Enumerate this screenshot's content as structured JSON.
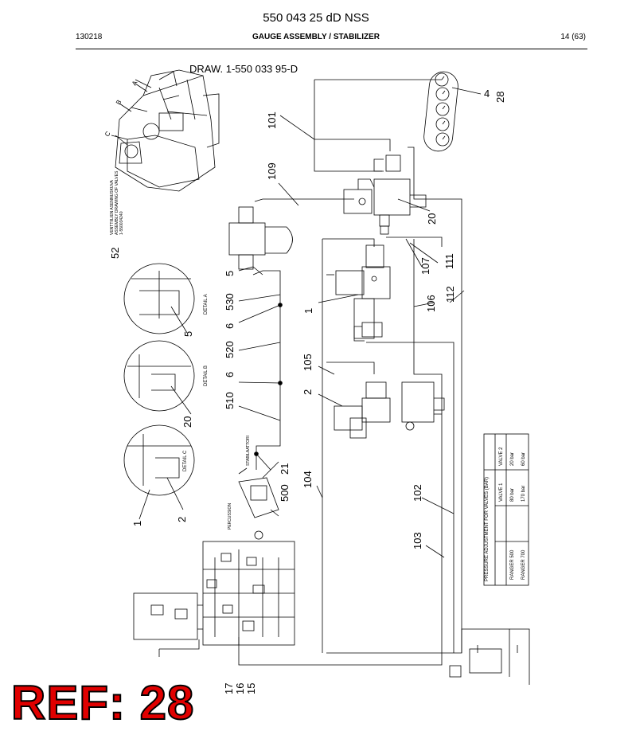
{
  "header": {
    "title": "550 043 25 dD NSS",
    "doc_number": "130218",
    "section": "GAUGE ASSEMBLY / STABILIZER",
    "page": "14 (63)"
  },
  "drawing": {
    "reference": "DRAW. 1-550 033 95-D",
    "callouts": {
      "c4": "4",
      "c28": "28",
      "c101": "101",
      "c109": "109",
      "c20a": "20",
      "c107": "107",
      "c111": "111",
      "c5a": "5",
      "c530": "530",
      "c6a": "6",
      "c1a": "1",
      "c106": "106",
      "c112": "112",
      "c520": "520",
      "c6b": "6",
      "c105": "105",
      "c2a": "2",
      "c510": "510",
      "c21": "21",
      "c500": "500",
      "c104": "104",
      "c102": "102",
      "c103": "103",
      "c52": "52",
      "c5b": "5",
      "c20b": "20",
      "c1b": "1",
      "c2b": "2",
      "c17": "17",
      "c16": "16",
      "c15": "15"
    },
    "detail_labels": {
      "a": "DETAIL A",
      "b": "DETAIL B",
      "c": "DETAIL C",
      "A": "A",
      "B": "B",
      "C": "C"
    },
    "assembly_note": [
      "VENTTIILIEN ASENNUSKUVA",
      "ASSEMBLY DRAWING OF VALVES",
      "1-550034240"
    ],
    "component_labels": {
      "stabilizer": "STABILAATTORI",
      "percussion": "PERCUSSION"
    },
    "pressure_table": {
      "title": "PRESSURE ADJUSTMENT FOR VALVES (BAR)",
      "col_headers": [
        "VALVE 1",
        "VALVE 2"
      ],
      "rows": [
        {
          "name": "RANGER 500",
          "valve1": "80 bar",
          "valve2": "20 bar"
        },
        {
          "name": "RANGER 700",
          "valve1": "170 bar",
          "valve2": "60 bar"
        }
      ]
    }
  },
  "badge": {
    "text": "REF: 28",
    "color": "#e00000"
  }
}
